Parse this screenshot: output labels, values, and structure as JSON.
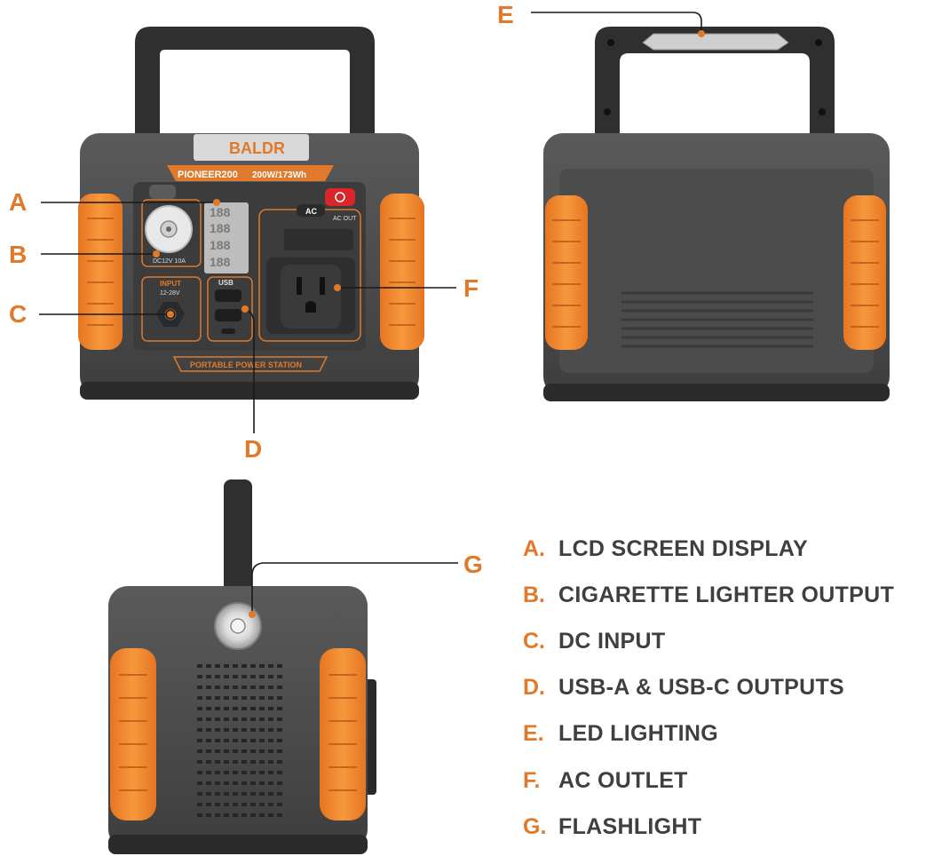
{
  "brand": {
    "logo": "BALDR",
    "model": "PIONEER200",
    "rating": "200W/173Wh",
    "tagline": "PORTABLE POWER STATION"
  },
  "panel_labels": {
    "dc_output": "DC12V 10A",
    "input": "INPUT",
    "input_range": "12-28V",
    "usb": "USB",
    "ac": "AC",
    "ac_out": "AC OUT"
  },
  "lcd_digits": [
    "188",
    "188",
    "188",
    "188"
  ],
  "callouts": {
    "a": "A",
    "b": "B",
    "c": "C",
    "d": "D",
    "e": "E",
    "f": "F",
    "g": "G"
  },
  "legend": [
    {
      "letter": "A.",
      "text": "LCD SCREEN DISPLAY"
    },
    {
      "letter": "B.",
      "text": "CIGARETTE LIGHTER OUTPUT"
    },
    {
      "letter": "C.",
      "text": "DC INPUT"
    },
    {
      "letter": "D.",
      "text": "USB-A & USB-C OUTPUTS"
    },
    {
      "letter": "E.",
      "text": "LED LIGHTING"
    },
    {
      "letter": "F.",
      "text": "AC OUTLET"
    },
    {
      "letter": "G.",
      "text": "FLASHLIGHT"
    }
  ],
  "colors": {
    "accent": "#e07a2a",
    "bumper": "#f08a2e",
    "body": "#4a4a4a",
    "body_dark": "#333333",
    "text": "#3f3f3f"
  }
}
